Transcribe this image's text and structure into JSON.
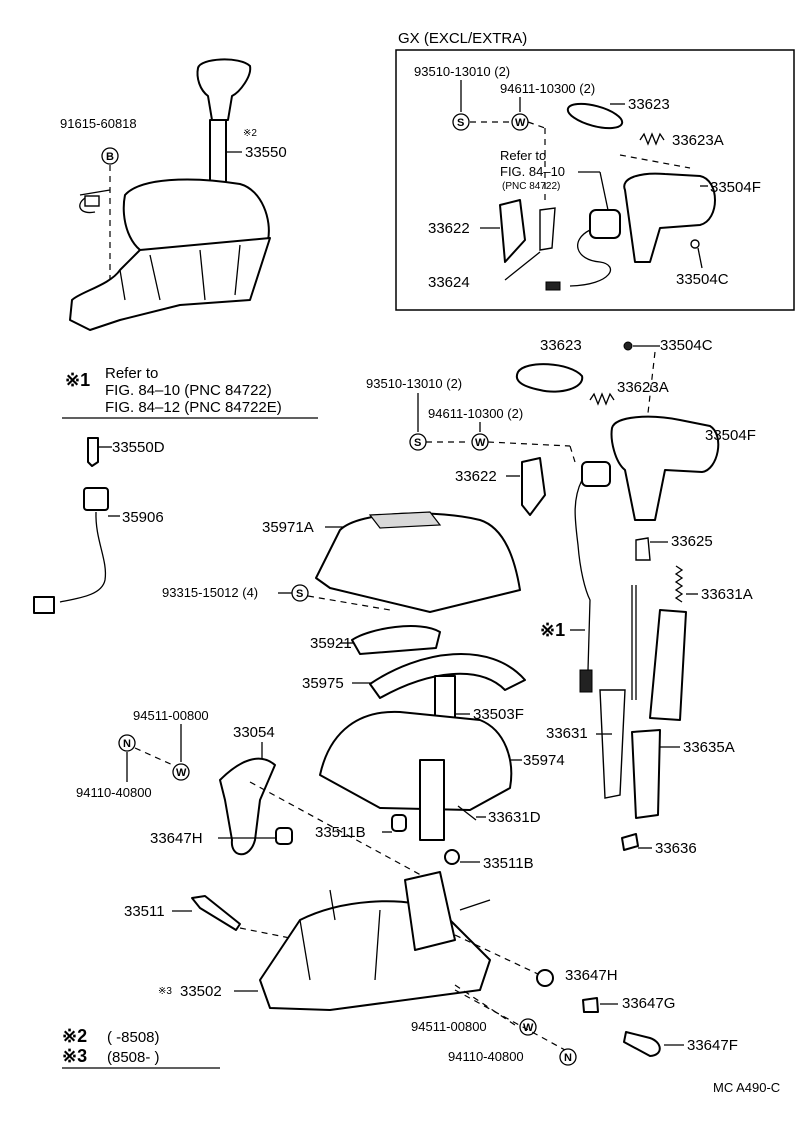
{
  "inset": {
    "title": "GX (EXCL/EXTRA)",
    "ref_line1": "Refer to",
    "ref_line2": "FIG. 84–10",
    "ref_line3": "(PNC 84722)",
    "labels": {
      "p93510": "93510-13010 (2)",
      "p94611": "94611-10300 (2)",
      "p33623": "33623",
      "p33623A": "33623A",
      "p33504F": "33504F",
      "p33622": "33622",
      "p33624": "33624",
      "p33504C": "33504C"
    }
  },
  "top_left": {
    "p91615": "91615-60818",
    "note2_mark": "※2",
    "p33550": "33550"
  },
  "note1": {
    "mark": "※1",
    "line1": "Refer to",
    "line2": "FIG. 84–10 (PNC 84722)",
    "line3": "FIG. 84–12 (PNC 84722E)"
  },
  "labels": {
    "p33550D": "33550D",
    "p35906": "35906",
    "p35971A": "35971A",
    "p93315": "93315-15012 (4)",
    "p35921": "35921",
    "p35975": "35975",
    "p94511a": "94511-00800",
    "p33054": "33054",
    "p94110a": "94110-40800",
    "p33503F": "33503F",
    "p35974": "35974",
    "p33647H_a": "33647H",
    "p33511B_a": "33511B",
    "p33631D": "33631D",
    "p33511B_b": "33511B",
    "p33511": "33511",
    "p33502": "33502",
    "p33502_mark": "※3",
    "p33647H_b": "33647H",
    "p33647G": "33647G",
    "p94511b": "94511-00800",
    "p33647F": "33647F",
    "p94110b": "94110-40800",
    "p33623": "33623",
    "p33504C": "33504C",
    "p93510": "93510-13010 (2)",
    "p33623A": "33623A",
    "p94611": "94611-10300 (2)",
    "p33504F": "33504F",
    "p33622": "33622",
    "p33625": "33625",
    "p33631A": "33631A",
    "note1_ref_mark": "※1",
    "p33631": "33631",
    "p33635A": "33635A",
    "p33636": "33636"
  },
  "symbols": {
    "S": "S",
    "W": "W",
    "B": "B",
    "N": "N"
  },
  "legend": {
    "row1_mark": "※2",
    "row1_text": "(      -8508)",
    "row2_mark": "※3",
    "row2_text": "(8508-        )"
  },
  "code": "MC A490-C"
}
